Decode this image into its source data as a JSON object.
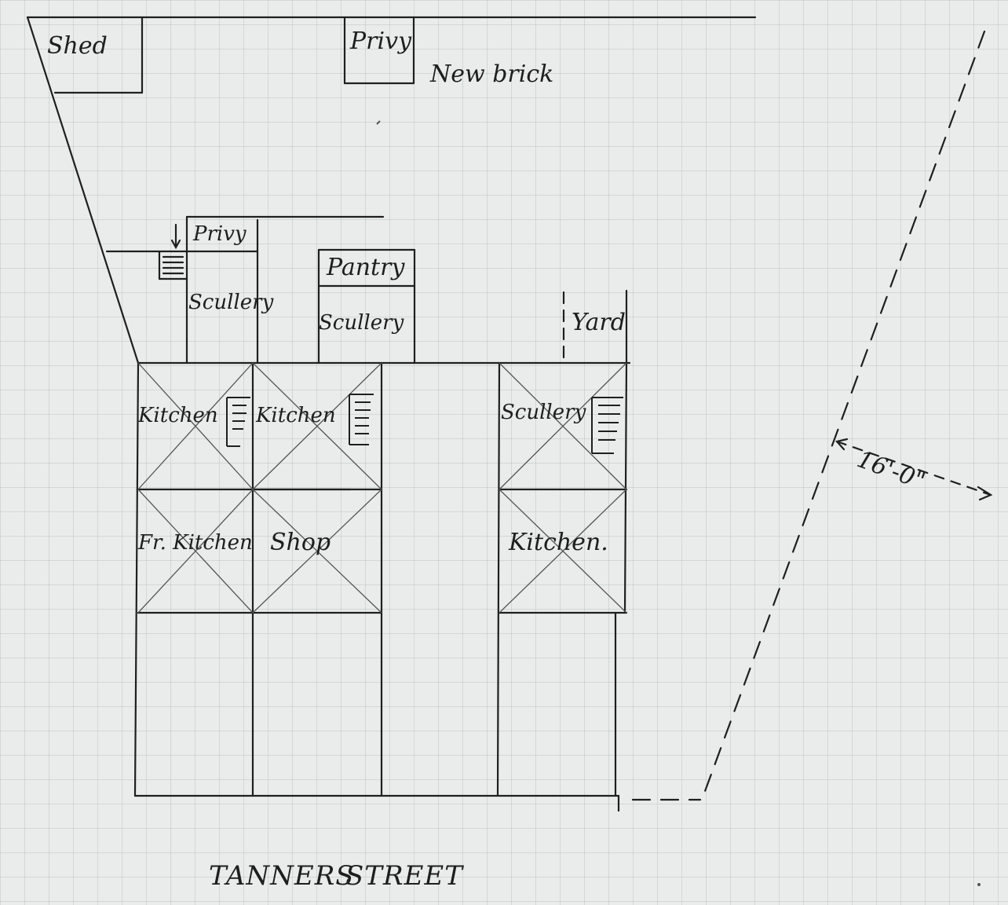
{
  "labels": {
    "shed": "Shed",
    "privy_top": "Privy",
    "new_brick": "New brick",
    "privy_upper": "Privy",
    "scullery_1": "Scullery",
    "pantry": "Pantry",
    "scullery_2": "Scullery",
    "yard": "Yard",
    "kitchen_1": "Kitchen",
    "kitchen_2": "Kitchen",
    "scullery_3": "Scullery",
    "front_kitchen": "Fr. Kitchen",
    "shop": "Shop",
    "kitchen_3": "Kitchen.",
    "dimension": "16'-0\"",
    "street_word_1": "Tanners",
    "street_word_2": "Street"
  }
}
